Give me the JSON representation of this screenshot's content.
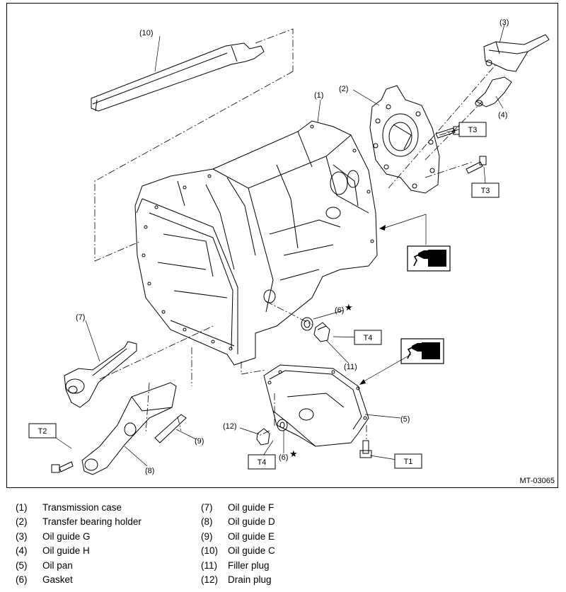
{
  "figure_code": "MT-03065",
  "callouts": {
    "c1": "(1)",
    "c2": "(2)",
    "c3": "(3)",
    "c4": "(4)",
    "c5": "(5)",
    "c6a": "(6)",
    "c6b": "(6)",
    "c7": "(7)",
    "c8": "(8)",
    "c9": "(9)",
    "c10": "(10)",
    "c11": "(11)",
    "c12": "(12)"
  },
  "torque_labels": {
    "t3a": "T3",
    "t3b": "T3",
    "t4a": "T4",
    "t4b": "T4",
    "t2": "T2",
    "t1": "T1"
  },
  "star": "★",
  "legend": [
    {
      "num": "(1)",
      "name": "Transmission case"
    },
    {
      "num": "(2)",
      "name": "Transfer bearing holder"
    },
    {
      "num": "(3)",
      "name": "Oil guide G"
    },
    {
      "num": "(4)",
      "name": "Oil guide H"
    },
    {
      "num": "(5)",
      "name": "Oil pan"
    },
    {
      "num": "(6)",
      "name": "Gasket"
    },
    {
      "num": "(7)",
      "name": "Oil guide F"
    },
    {
      "num": "(8)",
      "name": "Oil guide D"
    },
    {
      "num": "(9)",
      "name": "Oil guide E"
    },
    {
      "num": "(10)",
      "name": "Oil guide C"
    },
    {
      "num": "(11)",
      "name": "Filler plug"
    },
    {
      "num": "(12)",
      "name": "Drain plug"
    }
  ]
}
